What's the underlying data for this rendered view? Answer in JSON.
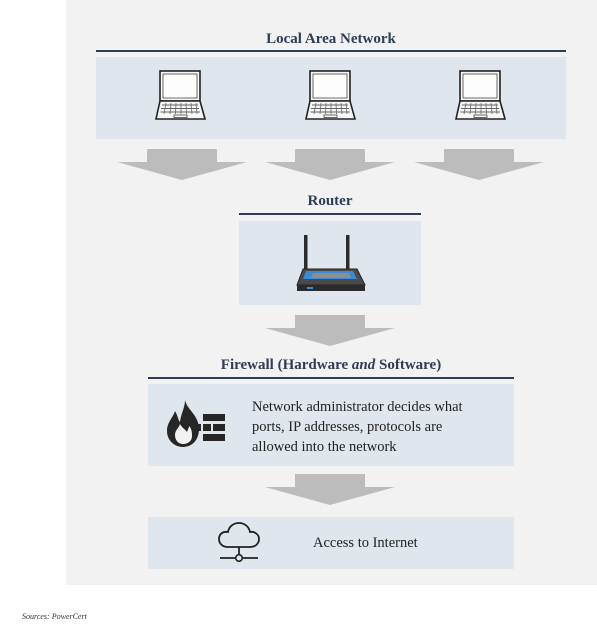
{
  "lan": {
    "title": "Local Area Network",
    "devices": [
      "laptop-icon",
      "laptop-icon",
      "laptop-icon"
    ]
  },
  "router": {
    "title": "Router",
    "icon": "router-icon"
  },
  "firewall": {
    "title_prefix": "Firewall (Hardware ",
    "title_em": "and",
    "title_suffix": " Software)",
    "icon": "firewall-icon",
    "description_lines": [
      "Network administrator decides what",
      "ports, IP addresses, protocols are",
      "allowed into the network"
    ]
  },
  "internet": {
    "label": "Access to Internet",
    "icon": "cloud-network-icon"
  },
  "source": "Sources: PowerCert",
  "colors": {
    "panel": "#f2f2f2",
    "box": "#dfe6ee",
    "heading": "#2e3d55",
    "arrow": "#bcbcbc",
    "router_accent": "#3a8ad8"
  }
}
